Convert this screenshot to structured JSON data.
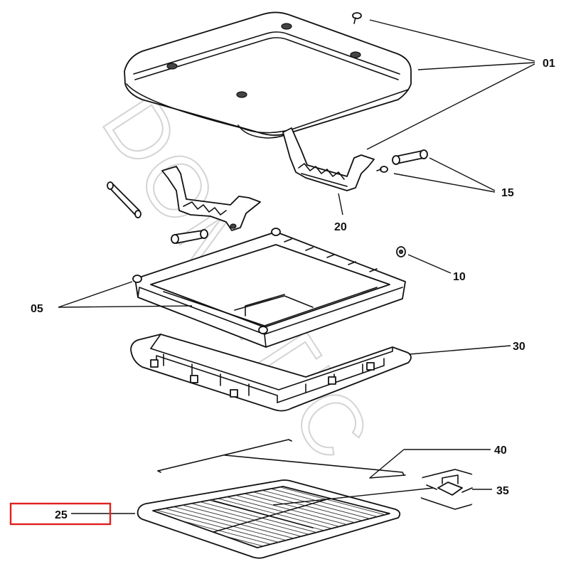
{
  "watermark": "DOMETIC",
  "highlight_color": "#e02020",
  "callouts": {
    "c01": "01",
    "c05": "05",
    "c10": "10",
    "c15": "15",
    "c20": "20",
    "c25": "25",
    "c30": "30",
    "c35": "35",
    "c40": "40"
  }
}
